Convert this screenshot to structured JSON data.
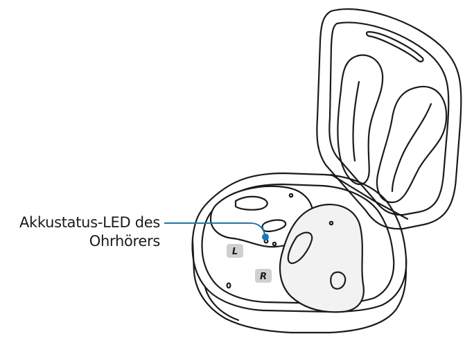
{
  "callout": {
    "line1": "Akkustatus-LED des",
    "line2": "Ohrhörers"
  },
  "earbud_markers": {
    "left": "L",
    "right": "R"
  },
  "colors": {
    "outline": "#1a1a1a",
    "callout_line": "#1a78b4",
    "earbud_fill": "#ffffff",
    "right_earbud_shade": "#f2f2f2",
    "marker_badge": "#d0d0d0"
  }
}
